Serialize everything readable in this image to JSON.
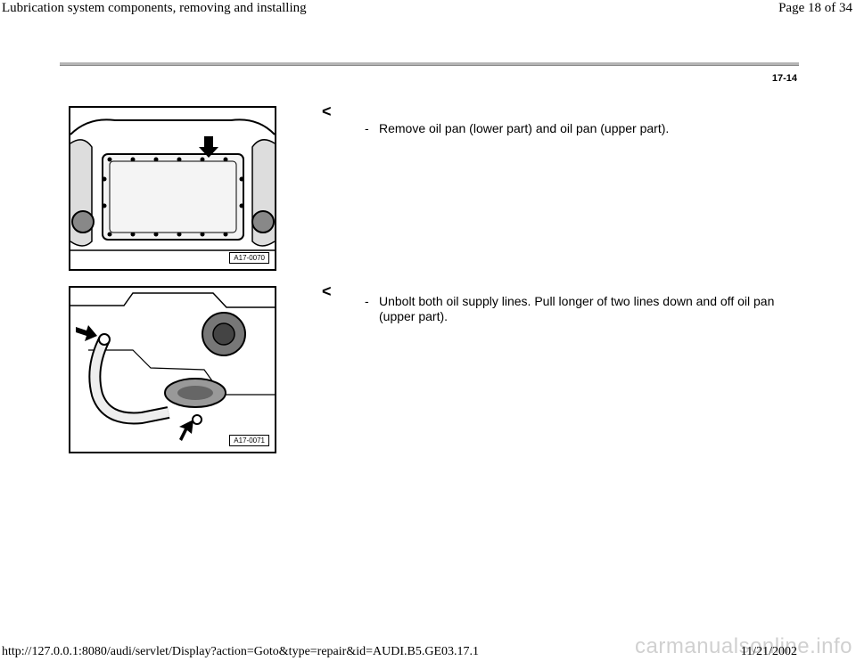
{
  "header": {
    "title": "Lubrication system components, removing and installing",
    "page": "Page 18 of 34"
  },
  "section_number": "17-14",
  "steps": [
    {
      "pointer": "<",
      "dash": "-",
      "text": "Remove oil pan (lower part) and oil pan (upper part).",
      "figure_label": "A17-0070"
    },
    {
      "pointer": "<",
      "dash": "-",
      "text": "Unbolt both oil supply lines. Pull longer of two lines down and off oil pan (upper part).",
      "figure_label": "A17-0071"
    }
  ],
  "footer": {
    "url": "http://127.0.0.1:8080/audi/servlet/Display?action=Goto&type=repair&id=AUDI.B5.GE03.17.1",
    "date": "11/21/2002",
    "watermark": "carmanualsonline.info"
  }
}
